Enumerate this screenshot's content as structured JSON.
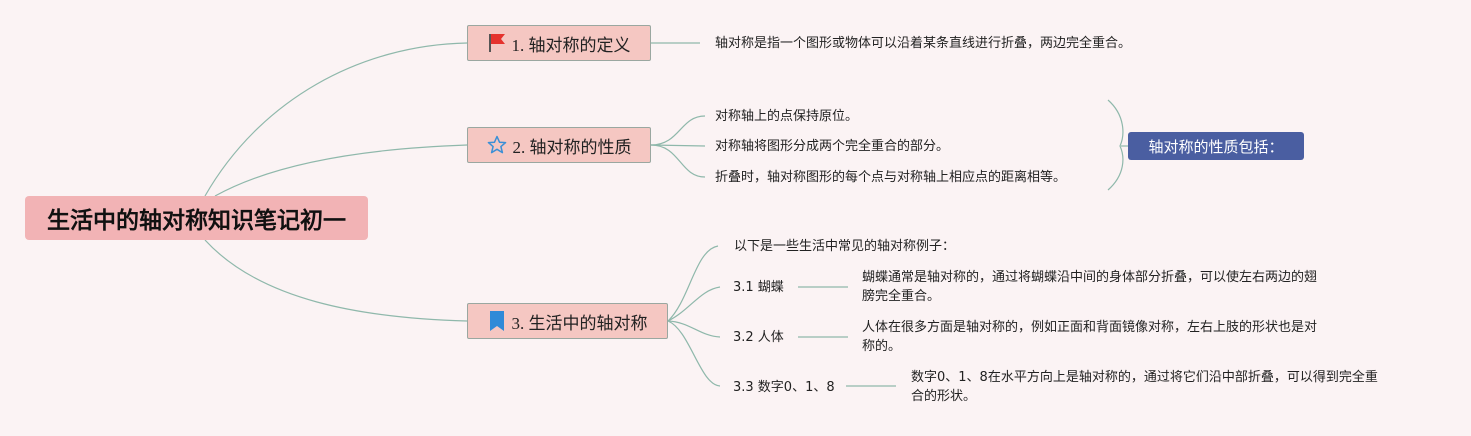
{
  "root": {
    "title": "生活中的轴对称知识笔记初一"
  },
  "branches": [
    {
      "label": "1. 轴对称的定义",
      "icon": "red-flag-icon",
      "leaves": [
        "轴对称是指一个图形或物体可以沿着某条直线进行折叠，两边完全重合。"
      ]
    },
    {
      "label": "2. 轴对称的性质",
      "icon": "star-outline-icon",
      "leaves": [
        "对称轴上的点保持原位。",
        "对称轴将图形分成两个完全重合的部分。",
        "折叠时，轴对称图形的每个点与对称轴上相应点的距离相等。"
      ],
      "summary": "轴对称的性质包括："
    },
    {
      "label": "3. 生活中的轴对称",
      "icon": "blue-flag-icon",
      "intro": "以下是一些生活中常见的轴对称例子：",
      "items": [
        {
          "label": "3.1 蝴蝶",
          "desc_1": "蝴蝶通常是轴对称的，通过将蝴蝶沿中间的身体部分折叠，可以使左右两边的翅",
          "desc_2": "膀完全重合。"
        },
        {
          "label": "3.2 人体",
          "desc_1": "人体在很多方面是轴对称的，例如正面和背面镜像对称，左右上肢的形状也是对",
          "desc_2": "称的。"
        },
        {
          "label": "3.3 数字0、1、8",
          "desc_1": "数字0、1、8在水平方向上是轴对称的，通过将它们沿中部折叠，可以得到完全重",
          "desc_2": "合的形状。"
        }
      ]
    }
  ],
  "colors": {
    "background": "#fbf3f4",
    "root_fill": "#f2b3b5",
    "branch_fill": "#f5c7c2",
    "connector": "#8fb8ab",
    "summary_fill": "#4a5ea1",
    "flag_red": "#e5322d",
    "flag_blue": "#2f8ad8",
    "star_blue": "#3a8fd6"
  }
}
